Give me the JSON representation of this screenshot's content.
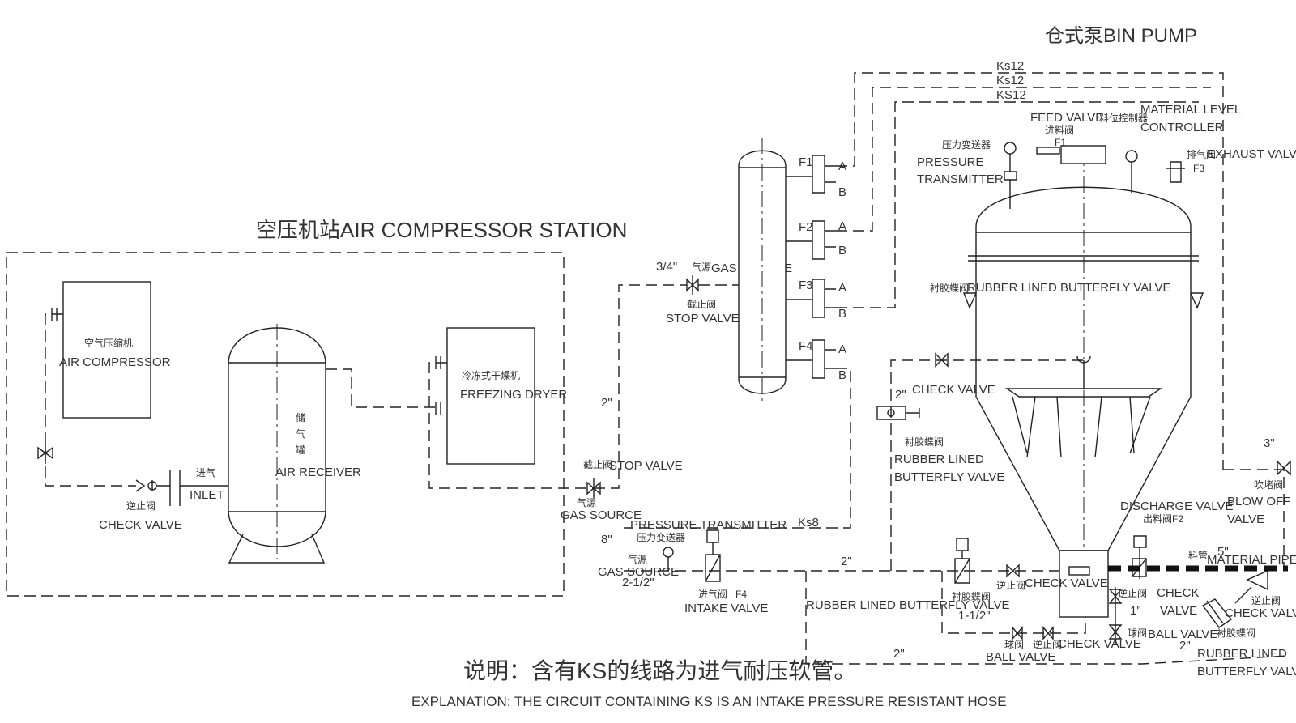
{
  "titles": {
    "bin_pump": "仓式泵BIN PUMP",
    "air_station": "空压机站AIR COMPRESSOR STATION"
  },
  "compressor_station": {
    "air_compressor_zh": "空气压缩机",
    "air_compressor_en": "AIR COMPRESSOR",
    "air_receiver_zh": "储气罐",
    "air_receiver_en": "AIR RECEIVER",
    "freezing_dryer_zh": "冷冻式干燥机",
    "freezing_dryer_en": "FREEZING DRYER",
    "inlet_zh": "进气",
    "inlet_en": "INLET",
    "check_valve_zh": "逆止阀",
    "check_valve_en": "CHECK VALVE"
  },
  "gas_source_header": {
    "size_3_4": "3/4\"",
    "gas_source_zh": "气源",
    "gas_source_en": "GAS SOURCE",
    "stop_valve_zh": "截止阀",
    "stop_valve_en": "STOP VALVE",
    "size_2": "2\"",
    "stop_valve2_zh": "截止阀",
    "stop_valve2_en": "STOP VALVE",
    "gas_source2_zh": "气源",
    "gas_source2_en": "GAS SOURCE",
    "size_8": "8\"",
    "manifold": [
      {
        "f_label": "F1",
        "a": "A",
        "b": "B"
      },
      {
        "f_label": "F2",
        "a": "A",
        "b": "B"
      },
      {
        "f_label": "F3",
        "a": "A",
        "b": "B"
      },
      {
        "f_label": "F4",
        "a": "A",
        "b": "B"
      }
    ],
    "hoses": [
      "Ks12",
      "Ks12",
      "KS12",
      "Ks8"
    ]
  },
  "bin_pump": {
    "feed_valve_en": "FEED VALVE",
    "feed_valve_zh": "进料阀",
    "feed_valve_tag": "F1",
    "level_controller_zh": "料位控制器",
    "level_controller_en_1": "MATERIAL LEVEL",
    "level_controller_en_2": "CONTROLLER",
    "pressure_tx_zh": "压力变送器",
    "pressure_tx_en_1": "PRESSURE",
    "pressure_tx_en_2": "TRANSMITTER",
    "exhaust_valve_zh": "排气阀",
    "exhaust_valve_en": "EXHAUST VALVE",
    "exhaust_valve_tag": "F3",
    "rubber_bfv_zh": "衬胶蝶阀",
    "rubber_bfv_en": "RUBBER LINED BUTTERFLY VALVE",
    "check_valve_2": "2\"",
    "check_valve_en": "CHECK VALVE",
    "rubber_bfv2_zh": "衬胶蝶阀",
    "rubber_bfv2_en_1": "RUBBER LINED",
    "rubber_bfv2_en_2": "BUTTERFLY VALVE",
    "discharge_valve_en": "DISCHARGE VALVE",
    "discharge_valve_zh": "出料阀F2",
    "blow_off_size": "3\"",
    "blow_off_zh": "吹堵阀",
    "blow_off_en_1": "BLOW OFF",
    "blow_off_en_2": "VALVE",
    "material_pipe_zh": "料管",
    "material_pipe_size": "5\"",
    "material_pipe_en": "MATERIAL PIPE"
  },
  "bottom_lines": {
    "pressure_tx_en": "PRESSURE TRANSMITTER",
    "pressure_tx_zh": "压力变送器",
    "gas_source_zh": "气源",
    "gas_source_en": "GAS SOURCE",
    "size_2_1_2": "2-1/2\"",
    "intake_valve_zh": "进气阀",
    "intake_valve_tag": "F4",
    "intake_valve_en": "INTAKE VALVE",
    "size_2a": "2\"",
    "rubber_bfv_zh": "衬胶蝶阀",
    "rubber_bfv_en": "RUBBER LINED BUTTERFLY VALVE",
    "check_valve_zh": "逆止阀",
    "check_valve_en": "CHECK VALVE",
    "size_1_1_2": "1-1/2\"",
    "ball_valve_zh": "球阀",
    "ball_valve_en": "BALL VALVE",
    "check_valve2_zh": "逆止阀",
    "check_valve2_en": "CHECK VALVE",
    "size_2b": "2\"",
    "check_valve3_zh": "逆止阀",
    "check_valve3_en_1": "CHECK",
    "check_valve3_en_2": "VALVE",
    "size_1": "1\"",
    "ball_valve2_zh": "球阀",
    "ball_valve2_en": "BALL VALVE",
    "size_2c": "2\"",
    "rubber_bfv3_zh": "衬胶蝶阀",
    "rubber_bfv3_en_1": "RUBBER LINED",
    "rubber_bfv3_en_2": "BUTTERFLY VALVE",
    "check_valve4_zh": "逆止阀",
    "check_valve4_en": "CHECK VALVE"
  },
  "explanation": {
    "zh": "说明：含有KS的线路为进气耐压软管。",
    "en": "EXPLANATION: THE CIRCUIT CONTAINING KS IS AN INTAKE PRESSURE RESISTANT HOSE"
  }
}
